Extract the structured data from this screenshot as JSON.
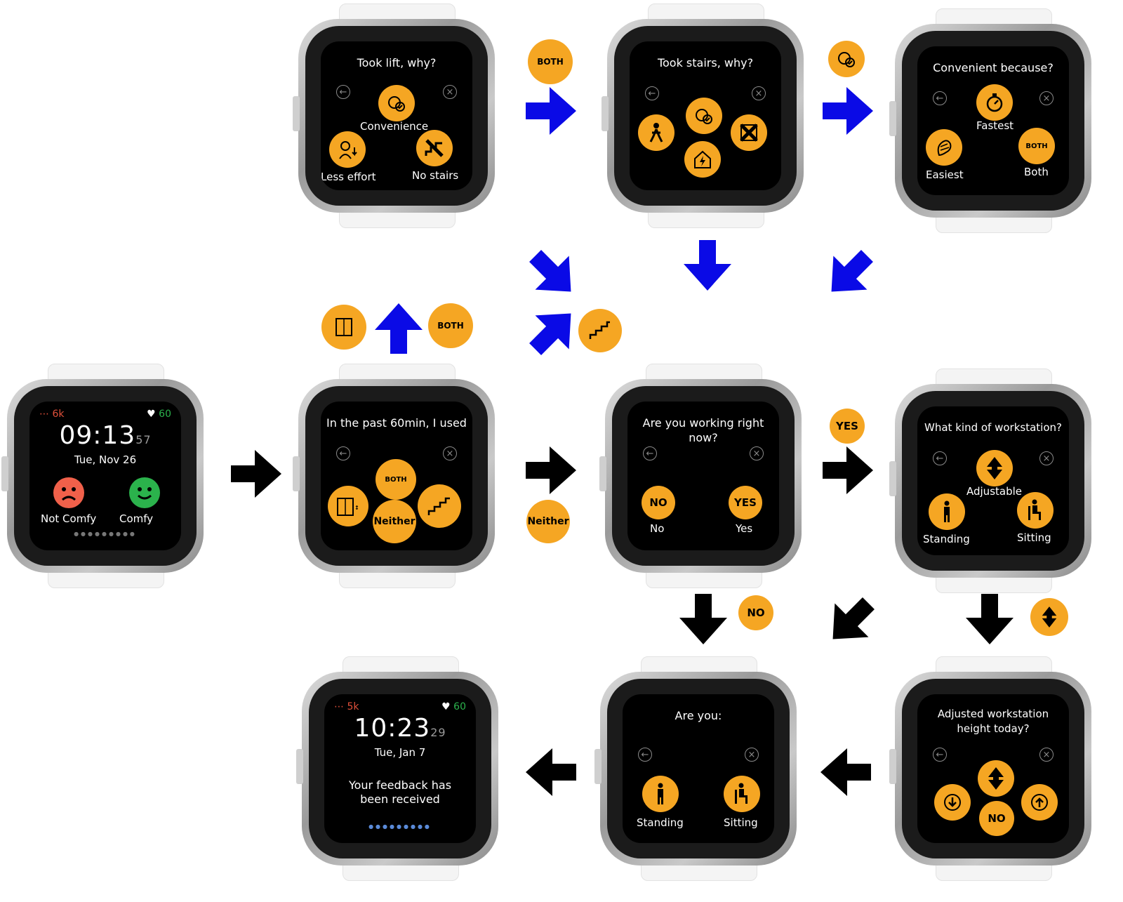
{
  "home": {
    "steps": "6k",
    "heart": "60",
    "time": "09:13",
    "seconds": "57",
    "date": "Tue, Nov 26",
    "not_comfy": "Not Comfy",
    "comfy": "Comfy"
  },
  "final": {
    "steps": "5k",
    "heart": "60",
    "time": "10:23",
    "seconds": "29",
    "date": "Tue, Jan 7",
    "message_line1": "Your feedback has",
    "message_line2": "been received"
  },
  "used": {
    "question": "In the past 60min, I used",
    "both": "BOTH",
    "neither": "Neither"
  },
  "lift_why": {
    "question": "Took lift, why?",
    "convenience": "Convenience",
    "less_effort": "Less effort",
    "no_stairs": "No stairs"
  },
  "stairs_why": {
    "question": "Took stairs, why?"
  },
  "convenient": {
    "question": "Convenient because?",
    "fastest": "Fastest",
    "easiest": "Easiest",
    "both": "Both",
    "both_icon": "BOTH"
  },
  "working": {
    "question": "Are you working right now?",
    "no_icon": "NO",
    "no": "No",
    "yes_icon": "YES",
    "yes": "Yes"
  },
  "workstation": {
    "question": "What kind of workstation?",
    "adjustable": "Adjustable",
    "standing": "Standing",
    "sitting": "Sitting"
  },
  "adjusted": {
    "question_line1": "Adjusted workstation",
    "question_line2": "height today?",
    "no_icon": "NO"
  },
  "are_you": {
    "question": "Are you:",
    "standing": "Standing",
    "sitting": "Sitting"
  },
  "badges": {
    "both_top": "BOTH",
    "both_mid": "BOTH",
    "neither": "Neither",
    "yes": "YES",
    "no": "NO"
  },
  "colors": {
    "accent": "#f5a623",
    "blue_arrow": "#0a0ae6",
    "black_arrow": "#000000",
    "sad": "#f0604a",
    "happy": "#2bb24c"
  }
}
